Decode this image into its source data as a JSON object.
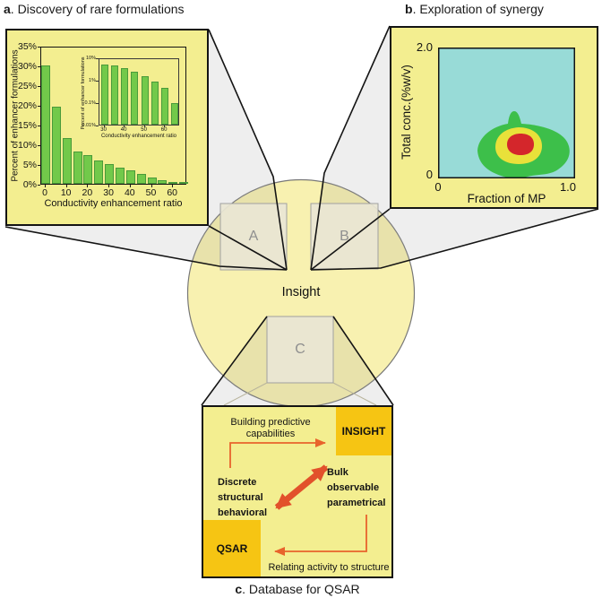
{
  "captions": {
    "a_letter": "a",
    "a_text": ". Discovery of rare formulations",
    "b_letter": "b",
    "b_text": ". Exploration of synergy",
    "c_letter": "c",
    "c_text": ". Database for QSAR"
  },
  "center": {
    "insight_label": "Insight",
    "square_a": "A",
    "square_b": "B",
    "square_c": "C"
  },
  "panel_c": {
    "top_label": "Building predictive capabilities",
    "insight_box": "INSIGHT",
    "qsar_box": "QSAR",
    "left_label": [
      "Discrete",
      "structural",
      "behavioral"
    ],
    "right_label": [
      "Bulk",
      "observable",
      "parametrical"
    ],
    "bottom_label": "Relating activity to structure"
  },
  "chart_data": [
    {
      "id": "main-histogram",
      "type": "bar",
      "title": "",
      "xlabel": "Conductivity enhancement ratio",
      "ylabel": "Percent of enhancer formulations",
      "x": [
        0,
        5,
        10,
        15,
        20,
        25,
        30,
        35,
        40,
        45,
        50,
        55,
        60,
        65
      ],
      "values": [
        30,
        19.5,
        11.7,
        8.1,
        7.3,
        5.8,
        5.0,
        4.2,
        3.4,
        2.6,
        1.7,
        0.9,
        0.35,
        0.15
      ],
      "ytick_labels": [
        "0%",
        "5%",
        "10%",
        "15%",
        "20%",
        "25%",
        "30%",
        "35%"
      ],
      "xtick_labels": [
        "0",
        "10",
        "20",
        "30",
        "40",
        "50",
        "60"
      ],
      "ylim": [
        0,
        35
      ],
      "yscale": "linear",
      "grid": false,
      "bar_color": "#72c94a"
    },
    {
      "id": "inset-histogram",
      "type": "bar",
      "title": "",
      "xlabel": "Conductivity enhancement ratio",
      "ylabel": "Percent of enhancer formulations",
      "x": [
        30,
        35,
        40,
        45,
        50,
        55,
        60,
        65
      ],
      "values": [
        5.0,
        4.3,
        3.3,
        2.4,
        1.5,
        0.85,
        0.45,
        0.095
      ],
      "ytick_labels": [
        "10%",
        "1%",
        "0.1%",
        "0.01%"
      ],
      "xtick_labels": [
        "30",
        "40",
        "50",
        "60"
      ],
      "ylim": [
        0.01,
        10
      ],
      "yscale": "log",
      "grid": false,
      "bar_color": "#72c94a"
    },
    {
      "id": "synergy-contour",
      "type": "heatmap",
      "title": "",
      "xlabel": "Fraction of MP",
      "ylabel": "Total conc.(%w/v)",
      "xtick_labels": [
        "0",
        "1.0"
      ],
      "ytick_labels": [
        "0",
        "2.0"
      ],
      "xlim": [
        0,
        1.0
      ],
      "ylim": [
        0,
        2.0
      ],
      "background_color": "#98dbd7",
      "contours": [
        {
          "level": "low",
          "color": "#3dbf4a",
          "center_x": 0.6,
          "center_y": 0.5,
          "extent_x": [
            0.29,
            0.95
          ],
          "extent_y": [
            0.0,
            1.0
          ]
        },
        {
          "level": "medium",
          "color": "#e9e13a",
          "center_x": 0.58,
          "center_y": 0.5,
          "extent_x": [
            0.42,
            0.76
          ],
          "extent_y": [
            0.22,
            0.78
          ]
        },
        {
          "level": "high",
          "color": "#d4262b",
          "center_x": 0.58,
          "center_y": 0.5,
          "extent_x": [
            0.5,
            0.7
          ],
          "extent_y": [
            0.36,
            0.68
          ]
        }
      ]
    }
  ],
  "colors": {
    "panel_yellow": "#f3ee90",
    "circle_yellow": "#f8f1b0",
    "beam_overlay": "rgba(150,150,150,0.16)",
    "border_black": "#141414",
    "square_fill": "rgba(234,230,212,0.93)",
    "square_border": "#a0a0a0",
    "letter_gray": "#8f8f8f",
    "bar_border": "#4a9a3a",
    "gold": "#f6c513",
    "arrow_orange": "#e8632c",
    "arrow_thick": "#e2512b"
  }
}
